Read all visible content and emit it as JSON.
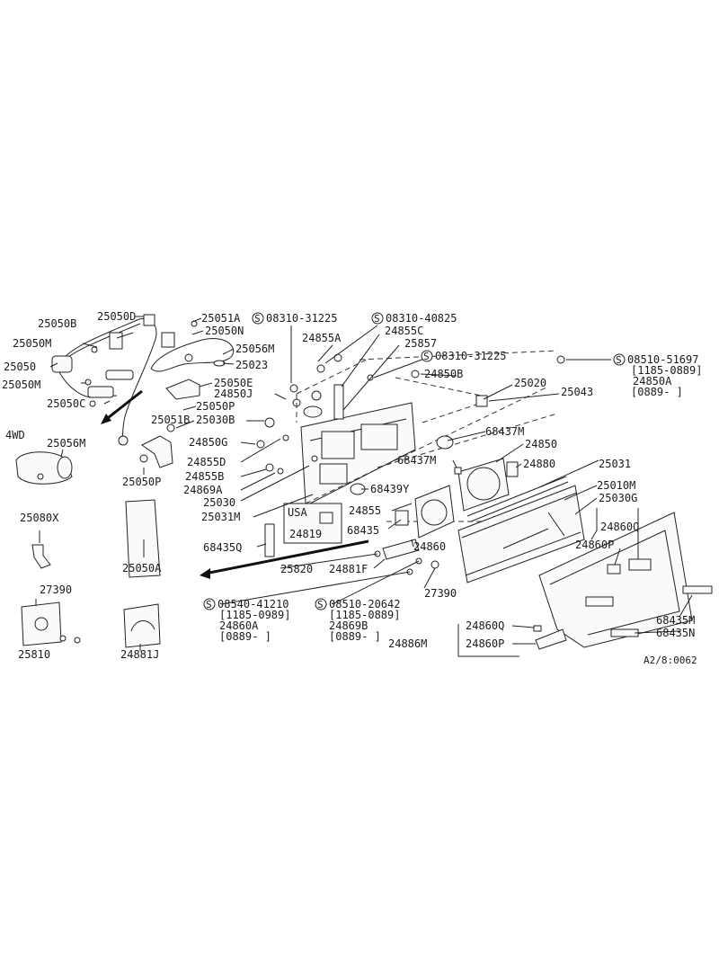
{
  "labels": {
    "p25050B": "25050B",
    "p25050D": "25050D",
    "p25050M_1": "25050M",
    "p25050": "25050",
    "p25050M_2": "25050M",
    "p25050C": "25050C",
    "p25051A": "25051A",
    "p25050N": "25050N",
    "p25056M_1": "25056M",
    "p25023": "25023",
    "p25050E": "25050E",
    "p24850J": "24850J",
    "p25050P_1": "25050P",
    "p25051B": "25051B",
    "p25030B": "25030B",
    "p4WD": "4WD",
    "p25056M_2": "25056M",
    "p25050P_2": "25050P",
    "p24850G": "24850G",
    "p24855D": "24855D",
    "p24855B": "24855B",
    "p24869A": "24869A",
    "p25030": "25030",
    "p25031M": "25031M",
    "p68435Q": "68435Q",
    "p25080X": "25080X",
    "p25050A": "25050A",
    "p27390_1": "27390",
    "p25810": "25810",
    "p24881J": "24881J",
    "s1": "S",
    "p08310_31225_1": "08310-31225",
    "s2": "S",
    "p08310_40825": "08310-40825",
    "p24855A": "24855A",
    "p24855C": "24855C",
    "p25857": "25857",
    "s3": "S",
    "p08310_31225_2": "08310-31225",
    "p24850B": "24850B",
    "p25020": "25020",
    "p25043": "25043",
    "s4": "S",
    "p08510_51697": "08510-51697",
    "r1185_0889_a": "[1185-0889]",
    "p24850A": "24850A",
    "r0889_a": "[0889-     ]",
    "p68437M_1": "68437M",
    "p68437M_2": "68437M",
    "p24850": "24850",
    "p24880": "24880",
    "p25031": "25031",
    "p68439Y": "68439Y",
    "p25010M": "25010M",
    "p25030G": "25030G",
    "p24855": "24855",
    "p24860Q_1": "24860Q",
    "p68435": "68435",
    "p24860": "24860",
    "p24860P_1": "24860P",
    "usa": "USA",
    "p24819": "24819",
    "p25820": "25820",
    "p24881F": "24881F",
    "p27390_2": "27390",
    "s5": "S",
    "p08540_41210": "08540-41210",
    "r1185_0989": "[1185-0989]",
    "p24860A": "24860A",
    "r0889_b": "[0889-     ]",
    "s6": "S",
    "p08510_20642": "08510-20642",
    "r1185_0889_b": "[1185-0889]",
    "p24869B": "24869B",
    "r0889_c": "[0889-     ]",
    "p24860Q_2": "24860Q",
    "p24886M": "24886M",
    "p24860P_2": "24860P",
    "p68435M": "68435M",
    "p68435N": "68435N",
    "ref": "A2/8:0062"
  }
}
